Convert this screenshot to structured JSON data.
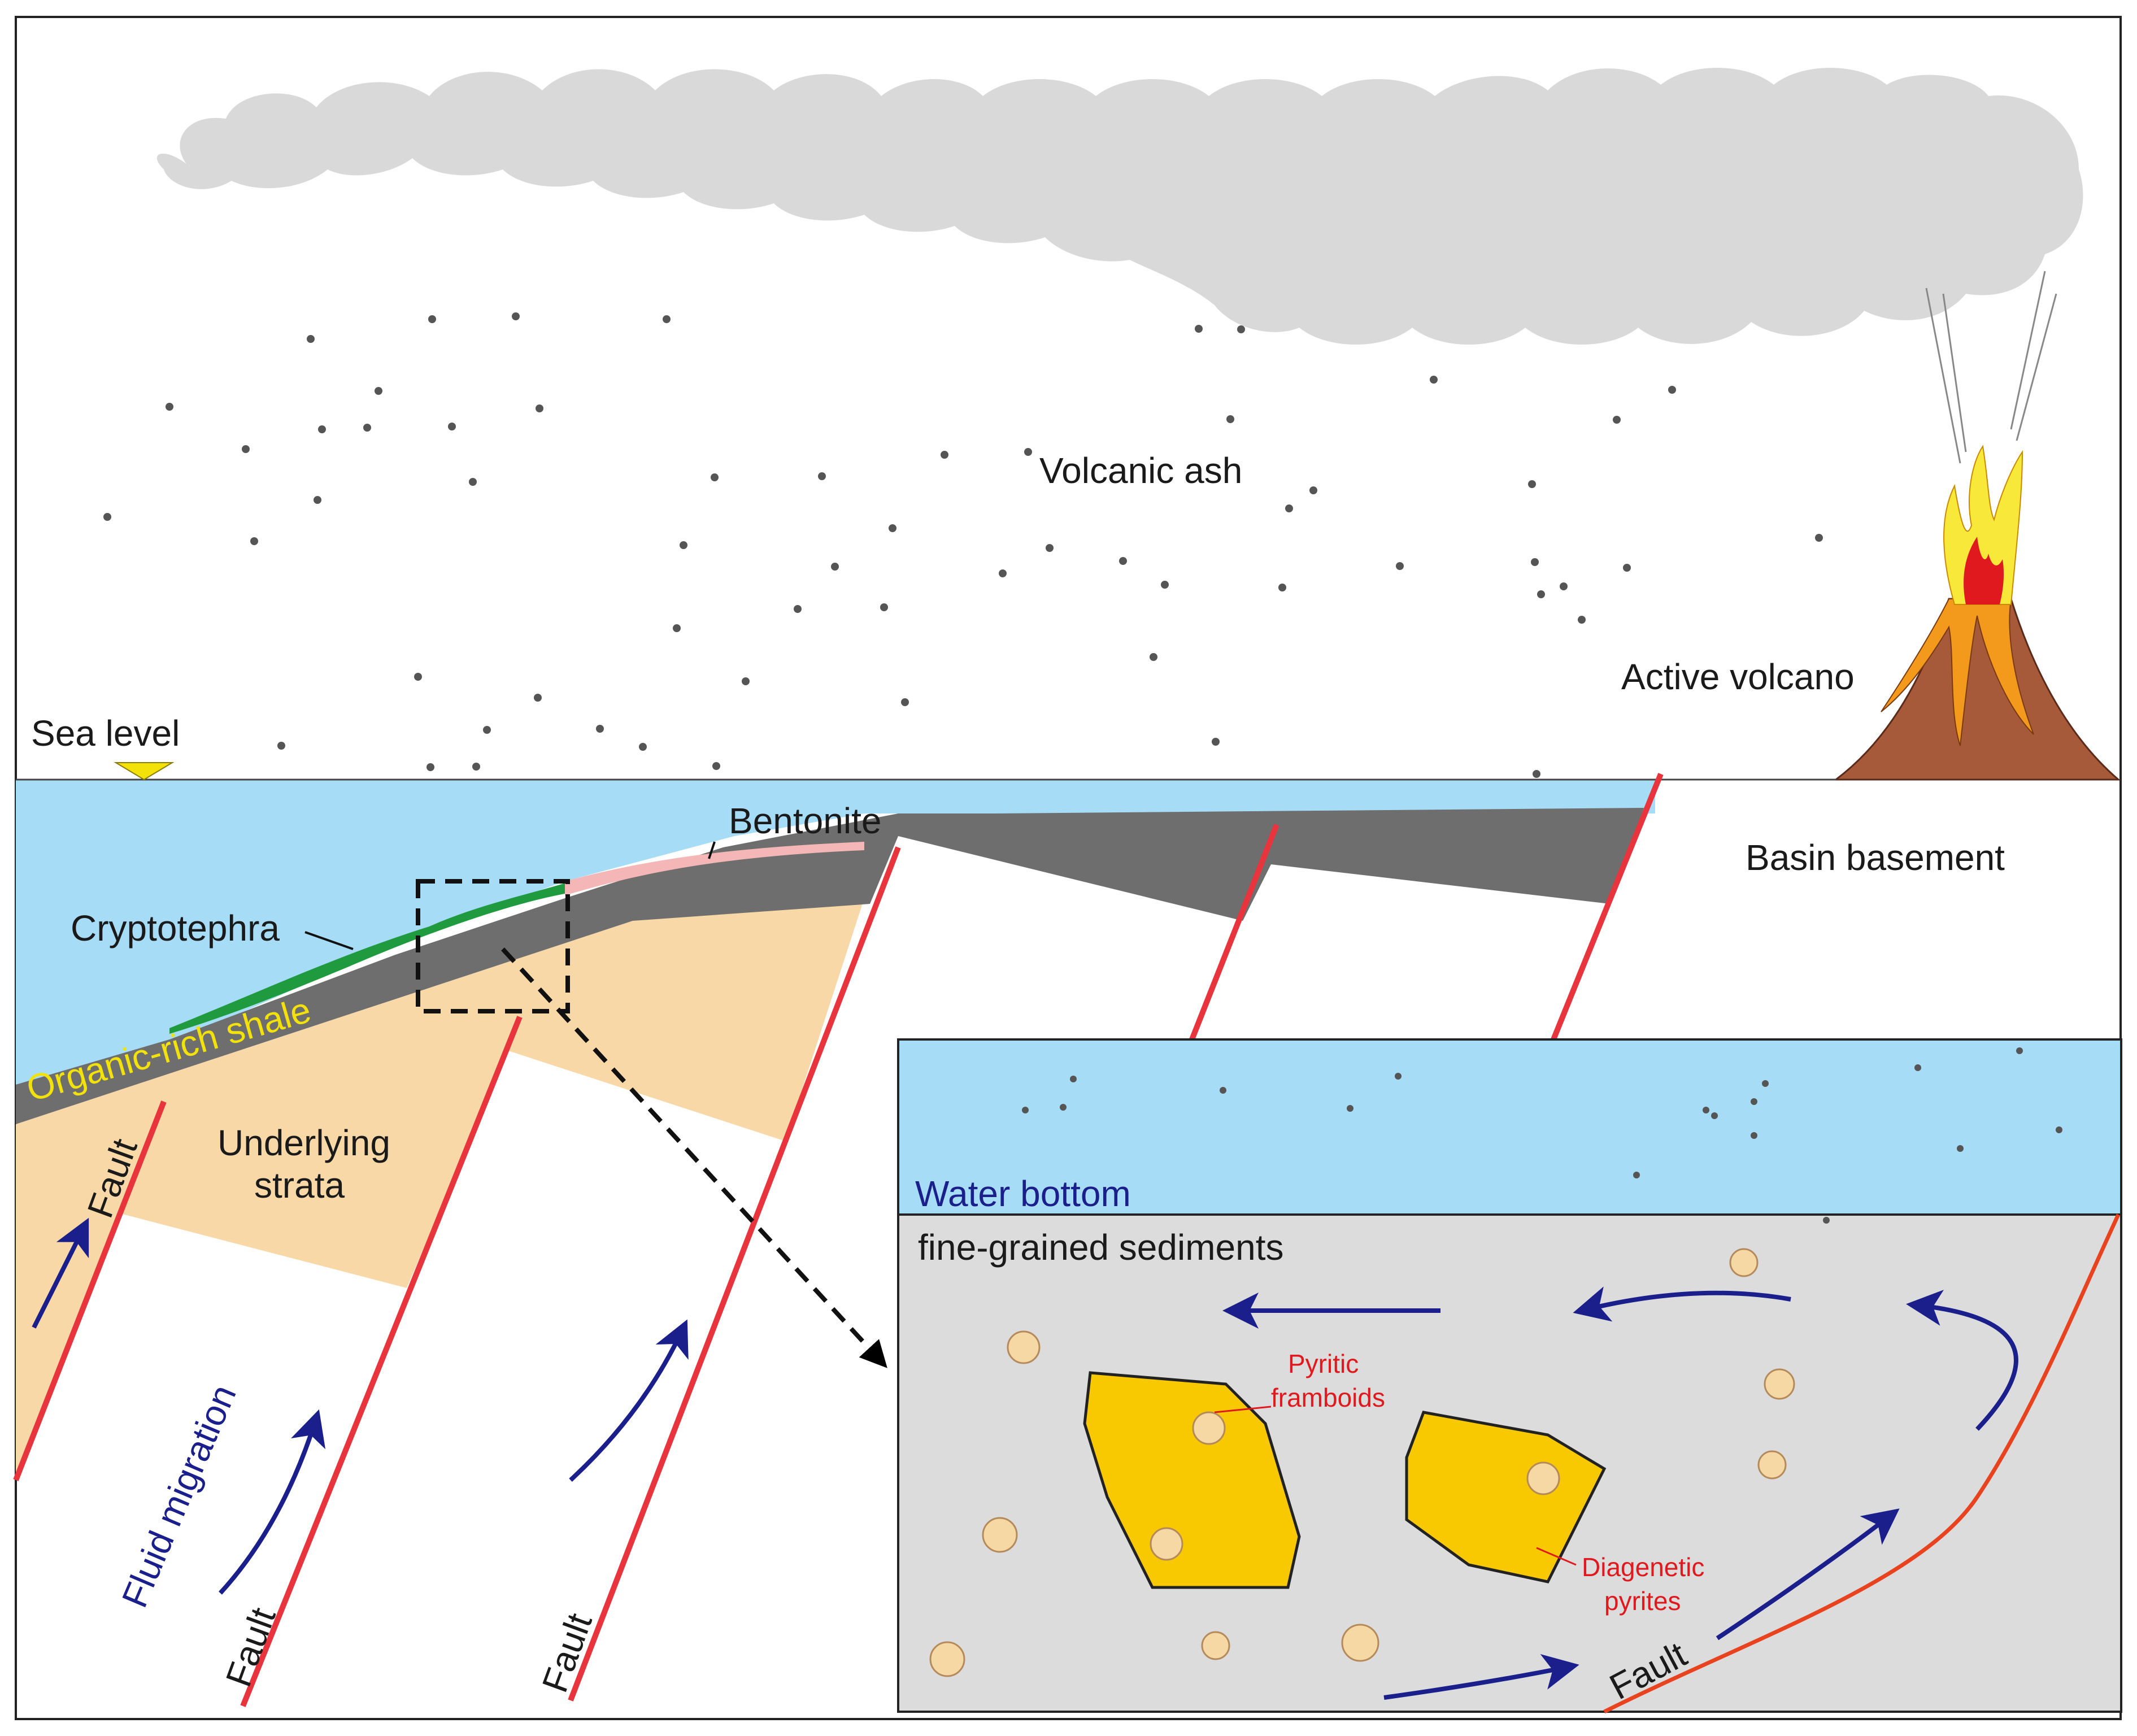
{
  "labels": {
    "volcanic_ash": "Volcanic ash",
    "active_volcano": "Active volcano",
    "sea_level": "Sea level",
    "basin_basement": "Basin basement",
    "bentonite": "Bentonite",
    "cryptotephra": "Cryptotephra",
    "organic_rich_shale": "Organic-rich shale",
    "underlying_strata_line1": "Underlying",
    "underlying_strata_line2": "strata",
    "fault": "Fault",
    "fluid_migration": "Fluid migration",
    "water_bottom": "Water bottom",
    "fine_grained_sediments": "fine-grained sediments",
    "pyritic_framboids_line1": "Pyritic",
    "pyritic_framboids_line2": "framboids",
    "diagenetic_pyrites_line1": "Diagenetic",
    "diagenetic_pyrites_line2": "pyrites"
  },
  "colors": {
    "sea": "#a6dcf5",
    "shale": "#6e6e6e",
    "underlying_strata": "#f8d8a6",
    "cryptotephra": "#1f9a3f",
    "bentonite": "#f4b6b6",
    "fault": "#e8343c",
    "fluid_arrow": "#1a1f8c",
    "shale_label": "#f2e20a",
    "water_bottom_label": "#1a1f8c",
    "sediment": "#dcdcdc",
    "pyrite": "#f8c800",
    "framboid": "#f5d8a4",
    "red_label": "#e0191e",
    "ash_cloud": "#d9d9d9",
    "lava": "#f39a1c",
    "volcano_rock": "#a65a3a"
  }
}
